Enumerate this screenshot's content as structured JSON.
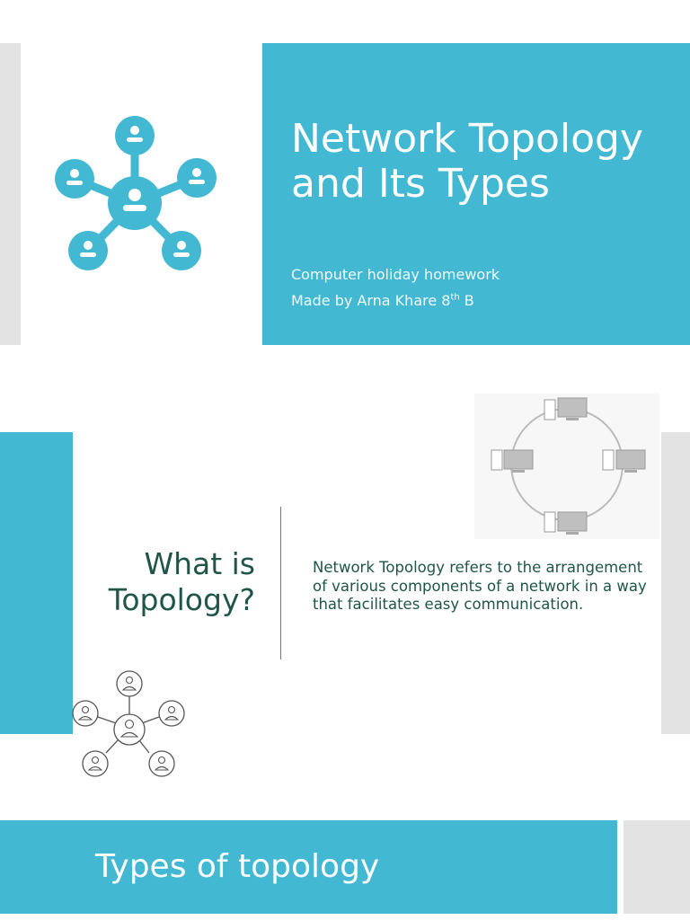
{
  "slides": [
    {
      "title": "Network Topology and Its Types",
      "subtitle": "Computer holiday homework",
      "author_prefix": "Made by Arna Khare 8",
      "author_sup": "th",
      "author_suffix": " B",
      "icon": "network-people-icon"
    },
    {
      "heading_line1": "What is",
      "heading_line2": "Topology?",
      "body": "Network Topology refers to the arrangement of various components of a network in a way that facilitates easy communication.",
      "images": [
        "ring-topology-computers-icon",
        "network-people-outline-icon"
      ]
    },
    {
      "title": "Types of topology"
    }
  ],
  "colors": {
    "accent": "#42b8d2",
    "side_bar": "#e3e3e3",
    "heading_text": "#1f5648",
    "white": "#ffffff"
  }
}
